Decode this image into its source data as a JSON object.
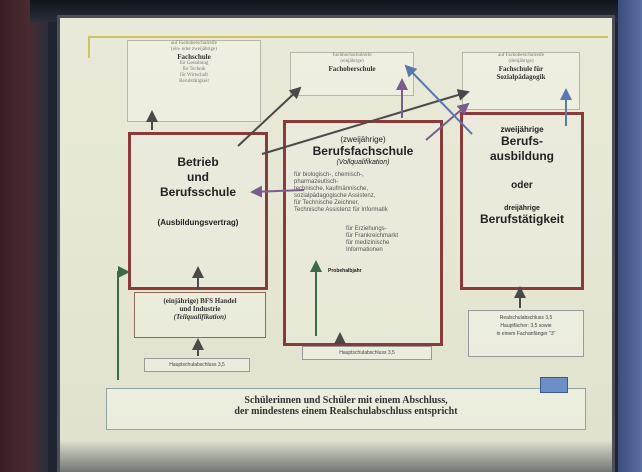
{
  "top_left": {
    "lines": [
      "auf Fachoberschulreife",
      "(ein- oder zweijährige)",
      "Fachschule",
      "für Gestaltung",
      "für Technik",
      "für Wirtschaft",
      "Berufstätigkeit"
    ]
  },
  "top_mid": {
    "lines": [
      "Fachhochschulreife",
      "(einjährige)",
      "Fachoberschule"
    ]
  },
  "top_right": {
    "lines": [
      "auf Fachoberschulreife",
      "(dreijährige)",
      "Fachschule für",
      "Sozialpädagogik"
    ]
  },
  "box_left": {
    "l1": "Betrieb",
    "l2": "und",
    "l3": "Berufsschule",
    "l4": "(Ausbildungsvertrag)"
  },
  "box_mid": {
    "l1": "(zweijährige)",
    "l2": "Berufsfachschule",
    "l3": "(Vollqualifikation)",
    "details": [
      "für biologisch-, chemisch-,",
      "pharmazeutisch-",
      "technische, kaufmännische,",
      "sozialpädagogische Assistenz,",
      "für Technische Zeichner,",
      "Technische Assistenz für Informatik"
    ],
    "extra": [
      "für Erziehungs-",
      "für Frankreichmarkt",
      "für medizinische",
      "Informationen"
    ],
    "footer": "Probehalbjahr"
  },
  "box_right": {
    "l1": "zweijährige",
    "l2": "Berufs-",
    "l3": "ausbildung",
    "l4": "oder",
    "l5": "dreijährige",
    "l6": "Berufstätigkeit"
  },
  "box_bfs": {
    "l1": "(einjährige) BFS Handel",
    "l2": "und Industrie",
    "l3": "(Teilqualifikation)"
  },
  "note_left": "Hauptschulabschluss 3,5",
  "note_mid": "Hauptschulabschluss 3,5",
  "note_right": [
    "Realschulabschluss 3,5",
    "Hauptfächer: 3,5 sowie",
    "in einem Fachanfänger \"3\""
  ],
  "banner": {
    "l1": "Schülerinnen und Schüler mit einem Abschluss,",
    "l2": "der mindestens einem Realschulabschluss entspricht"
  }
}
